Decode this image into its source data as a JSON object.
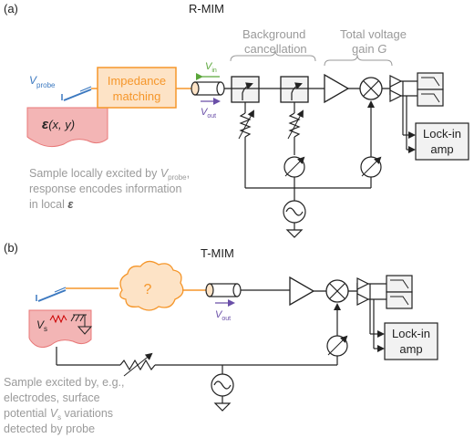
{
  "panel_a": {
    "label": "(a)",
    "title": "R-MIM",
    "probe_v": "V",
    "probe_sub": "probe",
    "impedance_line1": "Impedance",
    "impedance_line2": "matching",
    "vin_v": "V",
    "vin_sub": "in",
    "vout_v": "V",
    "vout_sub": "out",
    "bg_line1": "Background",
    "bg_line2": "cancellation",
    "gain_line1": "Total voltage",
    "gain_line2_text": "gain ",
    "gain_line2_sym": "G",
    "lockin_line1": "Lock-in",
    "lockin_line2": "amp",
    "eps_sym": "ε",
    "eps_args": "(x, y)",
    "desc1_pre": "Sample locally excited by ",
    "desc1_v": "V",
    "desc1_sub": "probe",
    "desc1_post": ",",
    "desc2": "response encodes information",
    "desc3_pre": "in local ",
    "desc3_eps": "ε"
  },
  "panel_b": {
    "label": "(b)",
    "title": "T-MIM",
    "cloud_text": "?",
    "vs_v": "V",
    "vs_sub": "s",
    "vout_v": "V",
    "vout_sub": "out",
    "lockin_line1": "Lock-in",
    "lockin_line2": "amp",
    "desc1": "Sample excited by, e.g.,",
    "desc2": "electrodes, surface",
    "desc3_pre": "potential ",
    "desc3_v": "V",
    "desc3_sub": "s",
    "desc3_post": " variations",
    "desc4": "detected by probe"
  },
  "colors": {
    "orange": "#f5962a",
    "orange_fill": "#fde3c6",
    "sample_red": "#e87878",
    "sample_fill": "#f3b5b5",
    "blue": "#3c79c0",
    "green": "#5aa63a",
    "purple": "#6a4fa8",
    "gray_text": "#9a9a9a",
    "line": "#222222",
    "box_fill": "#f2f2f2"
  }
}
